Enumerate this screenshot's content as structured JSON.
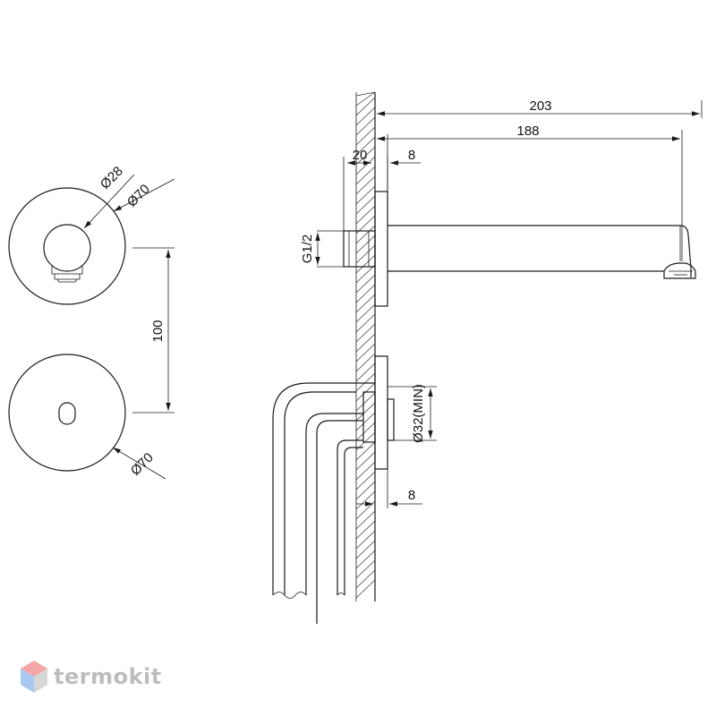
{
  "dimensions": {
    "spout_total_length": "203",
    "spout_length": "188",
    "wall_depth": "20",
    "flange_thickness_top": "8",
    "thread": "G1/2",
    "sensor_diameter": "Ø28",
    "plate_diameter_top": "Ø70",
    "plate_diameter_bottom": "Ø70",
    "center_distance": "100",
    "conduit_min_diameter": "Ø32(MIN)",
    "flange_thickness_bottom": "8"
  },
  "watermark": {
    "brand": "termokit",
    "color": "#bdbdbd",
    "icon": "hexagon-cube-icon",
    "icon_colors": [
      "#f4a6a6",
      "#a9c9f2",
      "#c9c9c9"
    ]
  }
}
